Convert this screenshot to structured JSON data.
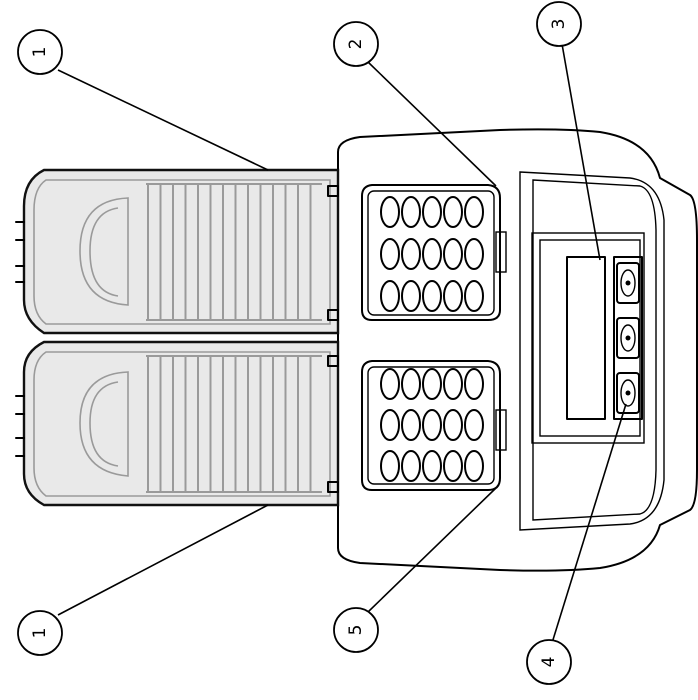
{
  "callouts": [
    {
      "id": "c1a",
      "label": "1"
    },
    {
      "id": "c2",
      "label": "2"
    },
    {
      "id": "c3",
      "label": "3"
    },
    {
      "id": "c1b",
      "label": "1"
    },
    {
      "id": "c5",
      "label": "5"
    },
    {
      "id": "c4",
      "label": "4"
    }
  ],
  "colors": {
    "outline": "#000000",
    "lid_fill": "#e9e9e9",
    "lid_detail": "#9a9a9a",
    "background": "#ffffff"
  }
}
